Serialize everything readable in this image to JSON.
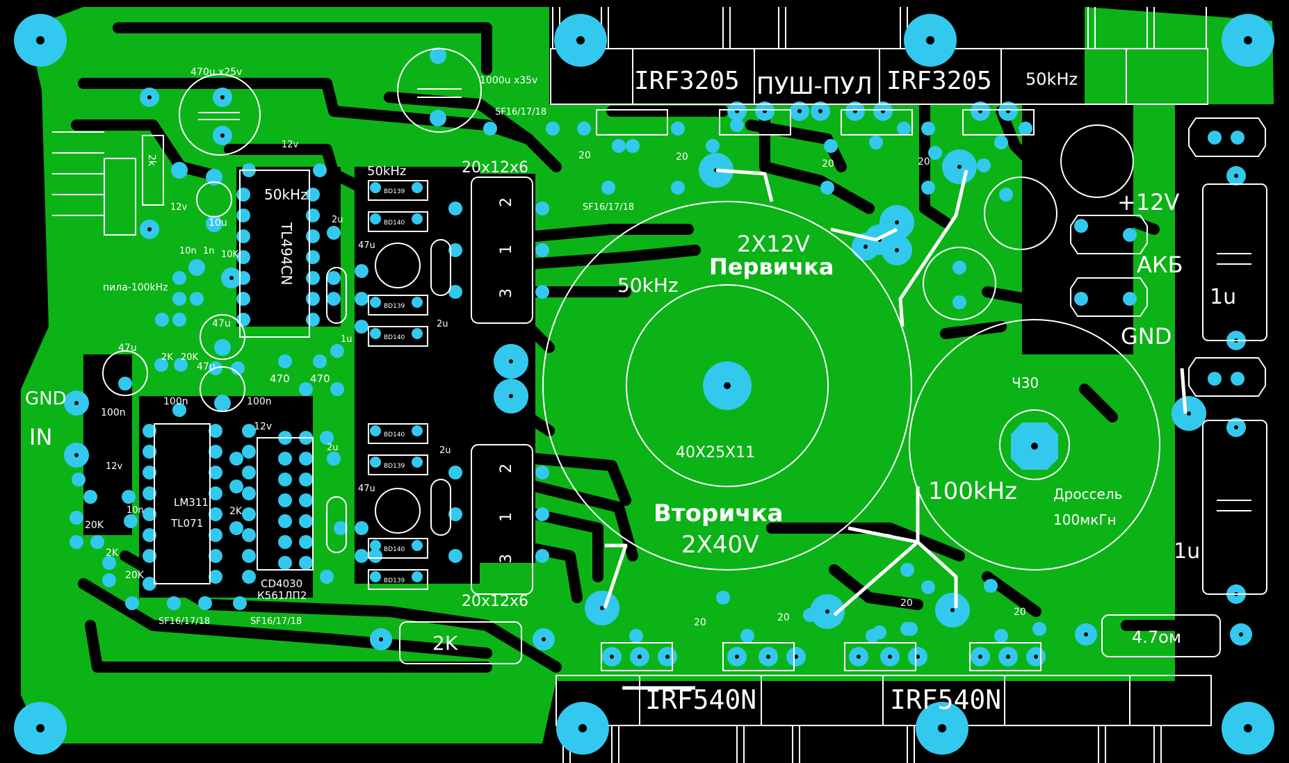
{
  "colors": {
    "background": "#000000",
    "copper": "#0bb316",
    "pad": "#33c9ee",
    "silk": "#ffffff"
  },
  "labels": {
    "cap_470u": "470u x25v",
    "cap_1000u": "1000u x35v",
    "diode_top": "SF16/17/18",
    "diode_mid": "SF16/17/18",
    "diode_bl1": "SF16/17/18",
    "diode_bl2": "SF16/17/18",
    "mosfet_top_left": "IRF3205",
    "push_pull": "ПУШ-ПУЛ",
    "mosfet_top_right": "IRF3205",
    "freq_top": "50kHz",
    "freq_ic": "50kHz",
    "freq_diodes": "50kHz",
    "freq_transformer": "50kHz",
    "freq_choke": "100kHz",
    "ic_pwm": "TL494CN",
    "v12_top": "12v",
    "v12_small": "12v",
    "v12_mid": "12v",
    "v12_left": "12v",
    "cap_10u": "10u",
    "res_2k_vert": "2k",
    "core_top": "20x12x6",
    "core_bottom": "20x12x6",
    "cap_2u_a": "2u",
    "cap_2u_b": "2u",
    "cap_2u_c": "2u",
    "cap_2u_d": "2u",
    "cap_47u_a": "47u",
    "cap_47u_b": "47u",
    "cap_47u_c": "47u",
    "cap_47u_d": "47u",
    "cap_47u_e": "47u",
    "cap_1u_small": "1u",
    "cap_10n": "10n",
    "cap_1n": "1n",
    "res_10k": "10K",
    "saw": "пила-100kHz",
    "res_2k_a": "2K",
    "res_20k_a": "20K",
    "res_470_a": "470",
    "res_470_b": "470",
    "cap_100n_a": "100n",
    "cap_100n_b": "100n",
    "cap_100n_c": "100n",
    "cap_10n_b": "10n",
    "gnd_left": "GND",
    "in_left": "IN",
    "ic_comp": "LM311",
    "ic_opamp": "TL071",
    "res_20k_b": "20K",
    "res_2k_b": "2K",
    "res_20k_c": "20K",
    "res_2k_c": "2K",
    "ic_logic1": "CD4030",
    "ic_logic2": "К561ЛП2",
    "res_2k_big": "2K",
    "res_20_a": "20",
    "res_20_b": "20",
    "res_20_c": "20",
    "res_20_d": "20",
    "res_20_e": "20",
    "res_20_f": "20",
    "res_20_g": "20",
    "res_20_h": "20",
    "primary_voltage": "2X12V",
    "primary_label": "Первичка",
    "core_size": "40X25X11",
    "secondary_label": "Вторичка",
    "secondary_voltage": "2X40V",
    "choke_code": "Ч30",
    "choke_label": "Дроссель",
    "choke_value": "100мкГн",
    "plus12": "+12V",
    "akb": "АКБ",
    "gnd_right": "GND",
    "cap_1u_top": "1u",
    "cap_1u_bottom": "1u",
    "res_4_7": "4.7ом",
    "mosfet_bottom_left": "IRF540N",
    "mosfet_bottom_right": "IRF540N",
    "winding_nums": [
      "2",
      "1",
      "3"
    ],
    "diode_code_a": "BD139",
    "diode_code_b": "BD140"
  }
}
